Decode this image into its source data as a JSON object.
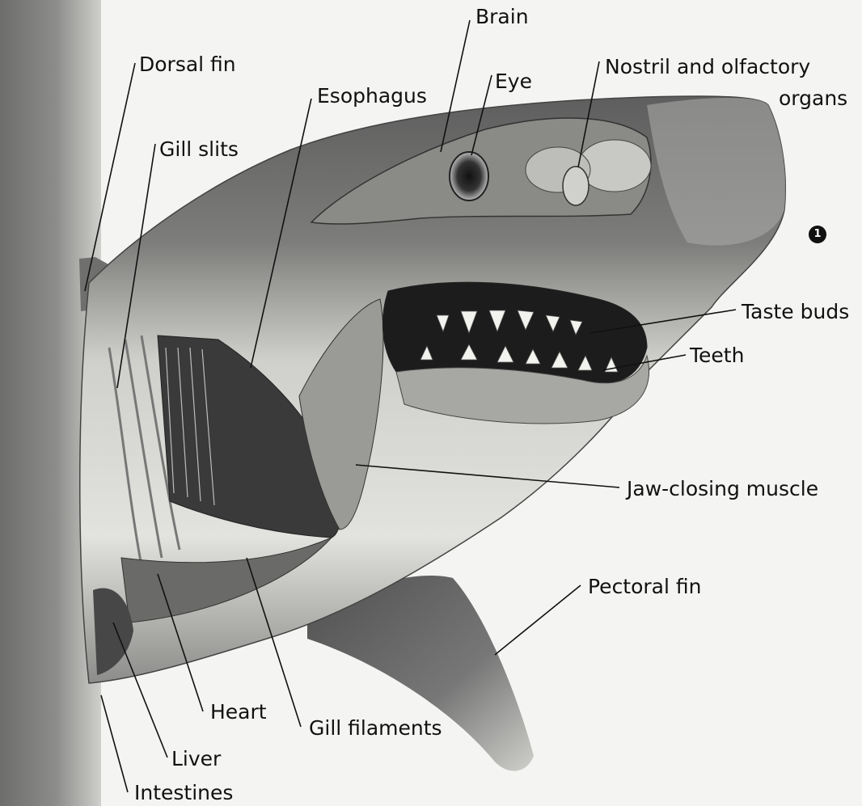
{
  "labels": {
    "brain": "Brain",
    "eye": "Eye",
    "nostril_line1": "Nostril and olfactory",
    "nostril_line2": "organs",
    "dorsal_fin": "Dorsal fin",
    "esophagus": "Esophagus",
    "gill_slits": "Gill slits",
    "taste_buds": "Taste buds",
    "teeth": "Teeth",
    "jaw_closing_muscle": "Jaw-closing muscle",
    "pectoral_fin": "Pectoral fin",
    "heart": "Heart",
    "gill_filaments": "Gill filaments",
    "liver": "Liver",
    "intestines": "Intestines"
  },
  "badge": "1",
  "colors": {
    "background": "#f4f4f2",
    "body_dark": "#5a5a5a",
    "body_light": "#d4d4d0",
    "mouth": "#1c1c1c",
    "teeth": "#f2f2ee",
    "leader_line": "#111111"
  }
}
